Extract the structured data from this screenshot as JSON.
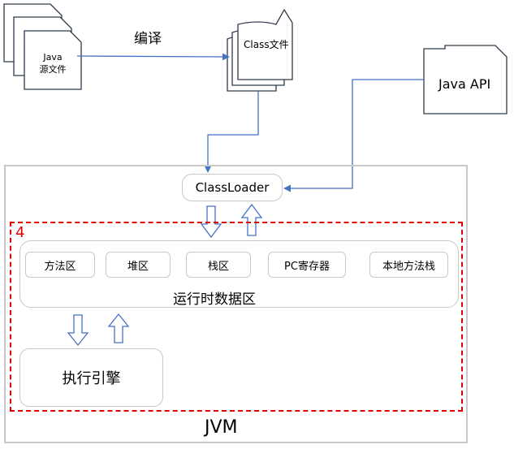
{
  "source": {
    "line1": "Java",
    "line2": "源文件"
  },
  "compile_label": "编译",
  "classfile_label": "Class文件",
  "java_api_label": "Java API",
  "jvm": {
    "label": "JVM",
    "classloader_label": "ClassLoader",
    "highlight_number": "4",
    "runtime_area": {
      "label": "运行时数据区",
      "items": [
        "方法区",
        "堆区",
        "栈区",
        "PC寄存器",
        "本地方法栈"
      ]
    },
    "engine_label": "执行引擎"
  },
  "colors": {
    "connector": "#4472c4",
    "box_border": "#c8c8c8",
    "highlight": "#e00000"
  }
}
